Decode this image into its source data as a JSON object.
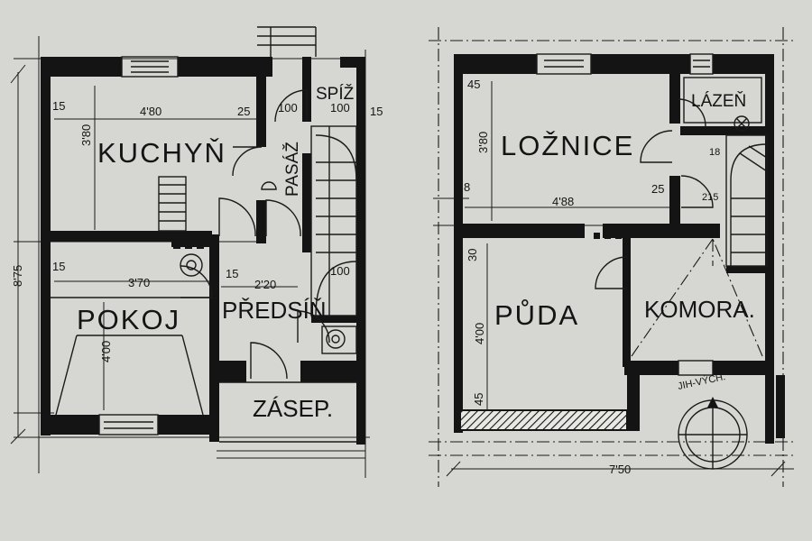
{
  "ground_floor": {
    "rooms": {
      "kitchen": "KUCHYŇ",
      "pantry": "SPÍŽ",
      "passage": "PASÁŽ",
      "room": "POKOJ",
      "hall": "PŘEDSÍŇ",
      "vestibule": "ZÁSEP."
    },
    "dims": {
      "d480": "4'80",
      "d380": "3'80",
      "d25": "25",
      "d15a": "15",
      "d15b": "15",
      "d15c": "15",
      "d15d": "15",
      "d100a": "100",
      "d100b": "100",
      "d100c": "100",
      "d370": "3'70",
      "d220": "2'20",
      "d400": "4'00",
      "d875": "8'75"
    }
  },
  "upper_floor": {
    "rooms": {
      "bedroom": "LOŽNICE",
      "bathroom": "LÁZEŇ",
      "attic": "PŮDA",
      "storeroom": "KOMORA."
    },
    "dims": {
      "d488": "4'88",
      "d380": "3'80",
      "d45a": "45",
      "d45b": "45",
      "d8": "8",
      "d25": "25",
      "d18": "18",
      "d215": "215",
      "d30": "30",
      "d400": "4'00",
      "d750": "7'50"
    },
    "compass_label": "JIH-VÝCH."
  }
}
